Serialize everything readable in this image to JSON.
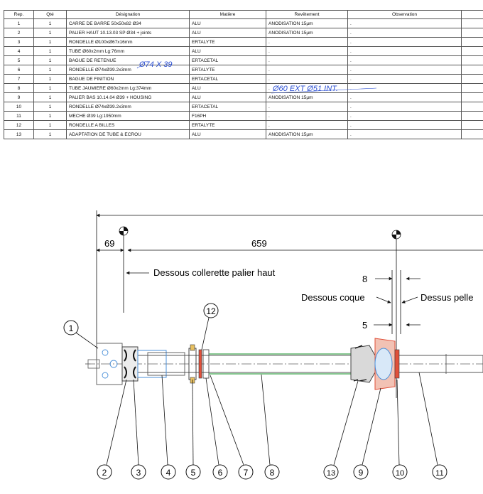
{
  "table": {
    "headers": [
      "Rep.",
      "Qté",
      "Désignation",
      "Matière",
      "Revêtement",
      "Observation"
    ],
    "rows": [
      [
        "1",
        "1",
        "CARRE DE BARRE 50x50x82 Ø34",
        "ALU",
        "ANODISATION 15µm",
        "."
      ],
      [
        "2",
        "1",
        "PALIER HAUT 10.13.03 SP Ø34 + joints",
        "ALU",
        "ANODISATION 15µm",
        "."
      ],
      [
        "3",
        "1",
        "RONDELLE Ø100xØ67x16mm",
        "ERTALYTE",
        ".",
        "."
      ],
      [
        "4",
        "1",
        "TUBE Ø60x2mm Lg:76mm",
        "ALU",
        ".",
        "."
      ],
      [
        "5",
        "1",
        "BAGUE DE RETENUE",
        "ERTACETAL",
        ".",
        "."
      ],
      [
        "6",
        "1",
        "RONDELLE Ø74xØ39.2x3mm",
        "ERTALYTE",
        ".",
        "."
      ],
      [
        "7",
        "1",
        "BAGUE DE FINITION",
        "ERTACETAL",
        ".",
        "."
      ],
      [
        "8",
        "1",
        "TUBE JAUMIERE Ø60x2mm Lg:374mm",
        "ALU",
        ".",
        "."
      ],
      [
        "9",
        "1",
        "PALIER BAS 10.14.04 Ø39 + HOUSING",
        "ALU",
        "ANODISATION 15µm",
        "."
      ],
      [
        "10",
        "1",
        "RONDELLE Ø74xØ39.2x3mm",
        "ERTACETAL",
        ".",
        "."
      ],
      [
        "11",
        "1",
        "MECHE Ø39 Lg:1950mm",
        "F16PH",
        ".",
        "."
      ],
      [
        "12",
        "1",
        "RONDELLE A BILLES",
        "ERTALYTE",
        ".",
        "."
      ],
      [
        "13",
        "1",
        "ADAPTATION DE TUBE & ECROU",
        "ALU",
        "ANODISATION 15µm",
        "."
      ]
    ]
  },
  "annotations": {
    "hand_note_row5": "Ø74 X 39",
    "hand_note_row7": "Ø60 EXT  Ø51 INT."
  },
  "drawing": {
    "dim_69": "69",
    "dim_659": "659",
    "label_collerette": "Dessous collerette palier haut",
    "dim_8": "8",
    "dim_5": "5",
    "label_coque": "Dessous coque",
    "label_pelle": "Dessus pelle",
    "balloons": [
      "1",
      "2",
      "3",
      "4",
      "5",
      "6",
      "7",
      "8",
      "13",
      "9",
      "10",
      "11",
      "12"
    ]
  },
  "colors": {
    "hand_ink": "#2b4fd3",
    "red_parts": "#e0503a",
    "green_tube": "#3fa34d",
    "blue_parts": "#4a8fd8"
  }
}
